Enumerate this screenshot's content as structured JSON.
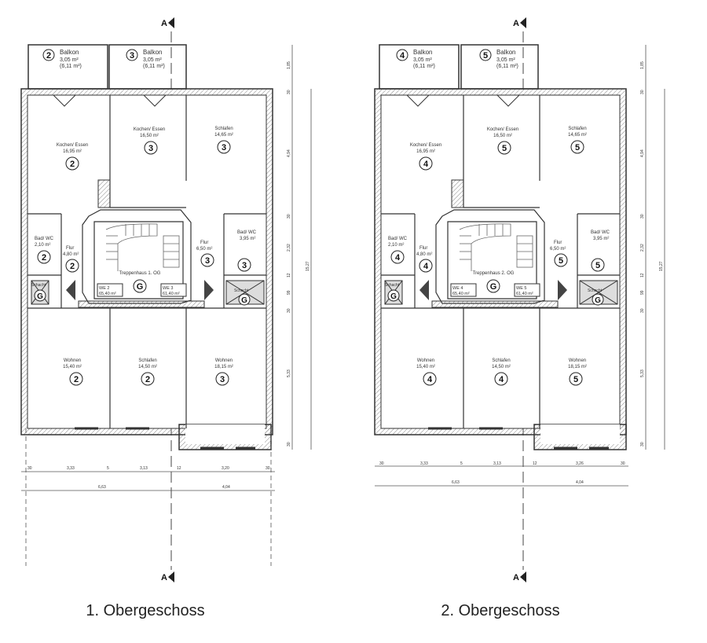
{
  "plans": [
    {
      "caption": "1. Obergeschoss",
      "section_label": "A",
      "balconies": [
        {
          "num": "2",
          "name": "Balkon",
          "area": "3,05 m²",
          "area2": "(6,11 m²)"
        },
        {
          "num": "3",
          "name": "Balkon",
          "area": "3,05 m²",
          "area2": "(6,11 m²)"
        }
      ],
      "rooms": {
        "kochen_left": {
          "name": "Kochen/ Essen",
          "area": "16,95 m²",
          "num": "2"
        },
        "kochen_mid": {
          "name": "Kochen/ Essen",
          "area": "16,50 m²",
          "num": "3"
        },
        "schlafen_top": {
          "name": "Schlafen",
          "area": "14,65 m²",
          "num": "3"
        },
        "bad_left": {
          "name": "Bad/ WC",
          "area": "2,10 m²",
          "num": "2"
        },
        "flur_left": {
          "name": "Flur",
          "area": "4,80 m²",
          "num": "2"
        },
        "stair": {
          "name": "Treppenhaus 1. OG",
          "num": "G"
        },
        "flur_right": {
          "name": "Flur",
          "area": "6,50 m²",
          "num": "3"
        },
        "bad_right": {
          "name": "Bad/ WC",
          "area": "3,95 m²",
          "num": "3"
        },
        "schacht_left": {
          "name": "Schacht",
          "num": "G"
        },
        "schacht_right": {
          "name": "Schacht",
          "num": "G"
        },
        "we_left": {
          "name": "WE 2",
          "area": "65,40 m²"
        },
        "we_right": {
          "name": "WE 3",
          "area": "61,40 m²"
        },
        "wohnen_left": {
          "name": "Wohnen",
          "area": "15,40 m²",
          "num": "2"
        },
        "schlafen_bot": {
          "name": "Schlafen",
          "area": "14,50 m²",
          "num": "2"
        },
        "wohnen_right": {
          "name": "Wohnen",
          "area": "18,15 m²",
          "num": "3"
        }
      },
      "dims_bottom": [
        "30",
        "3,33",
        "5",
        "3,13",
        "12",
        "3,20",
        "30"
      ],
      "dims_total": [
        "6,63",
        "4,04"
      ],
      "dims_side": [
        "1,85",
        "30",
        "4,94",
        "30",
        "2,32",
        "12",
        "99",
        "30",
        "5,33",
        "30"
      ],
      "dim_total_side": "15,27"
    },
    {
      "caption": "2. Obergeschoss",
      "section_label": "A",
      "balconies": [
        {
          "num": "4",
          "name": "Balkon",
          "area": "3,05 m²",
          "area2": "(6,11 m²)"
        },
        {
          "num": "5",
          "name": "Balkon",
          "area": "3,05 m²",
          "area2": "(6,11 m²)"
        }
      ],
      "rooms": {
        "kochen_left": {
          "name": "Kochen/ Essen",
          "area": "16,95 m²",
          "num": "4"
        },
        "kochen_mid": {
          "name": "Kochen/ Essen",
          "area": "16,50 m²",
          "num": "5"
        },
        "schlafen_top": {
          "name": "Schlafen",
          "area": "14,65 m²",
          "num": "5"
        },
        "bad_left": {
          "name": "Bad/ WC",
          "area": "2,10 m²",
          "num": "4"
        },
        "flur_left": {
          "name": "Flur",
          "area": "4,80 m²",
          "num": "4"
        },
        "stair": {
          "name": "Treppenhaus 2. OG",
          "num": "G"
        },
        "flur_right": {
          "name": "Flur",
          "area": "6,50 m²",
          "num": "5"
        },
        "bad_right": {
          "name": "Bad/ WC",
          "area": "3,95 m²",
          "num": "5"
        },
        "schacht_left": {
          "name": "Schacht",
          "num": "G"
        },
        "schacht_right": {
          "name": "Schacht",
          "num": "G"
        },
        "we_left": {
          "name": "WE 4",
          "area": "65,40 m²"
        },
        "we_right": {
          "name": "WE 5",
          "area": "61,40 m²"
        },
        "wohnen_left": {
          "name": "Wohnen",
          "area": "15,40 m²",
          "num": "4"
        },
        "schlafen_bot": {
          "name": "Schlafen",
          "area": "14,50 m²",
          "num": "4"
        },
        "wohnen_right": {
          "name": "Wohnen",
          "area": "18,15 m²",
          "num": "5"
        }
      },
      "dims_bottom": [
        "30",
        "3,33",
        "5",
        "3,13",
        "12",
        "3,26",
        "30"
      ],
      "dims_total": [
        "6,63",
        "4,04"
      ],
      "dims_side": [
        "1,85",
        "30",
        "4,94",
        "30",
        "2,32",
        "12",
        "99",
        "30",
        "5,33",
        "30"
      ],
      "dim_total_side": "15,27"
    }
  ]
}
